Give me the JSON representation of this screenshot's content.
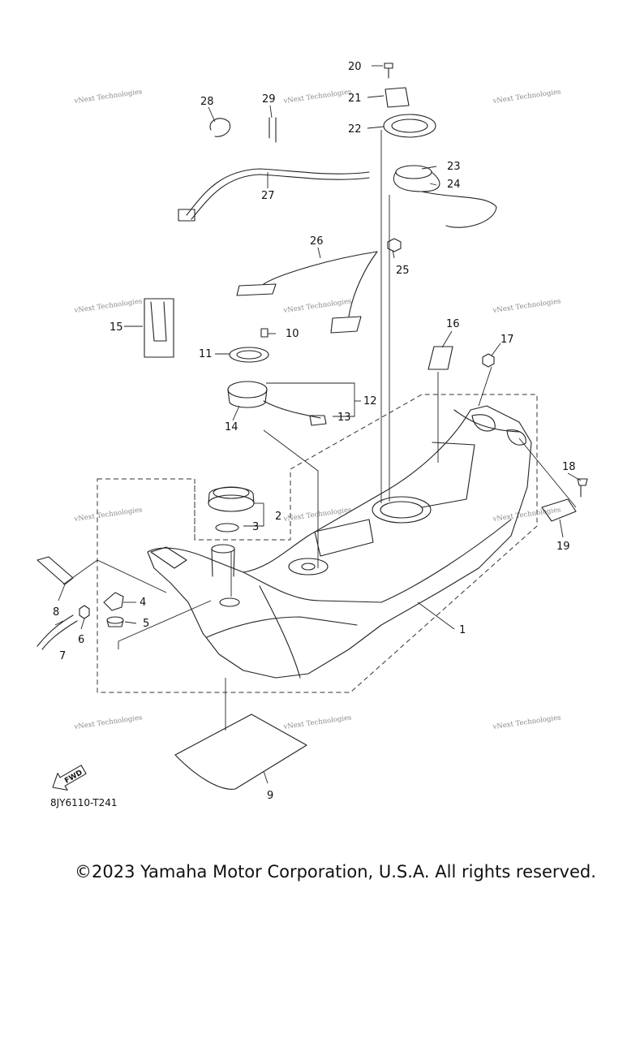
{
  "diagram": {
    "callouts": [
      "1",
      "2",
      "3",
      "4",
      "5",
      "6",
      "7",
      "8",
      "9",
      "10",
      "11",
      "12",
      "13",
      "14",
      "15",
      "16",
      "17",
      "18",
      "19",
      "20",
      "21",
      "22",
      "23",
      "24",
      "25",
      "26",
      "27",
      "28",
      "29"
    ],
    "watermark_text": "vNext Technologies",
    "diagram_code": "8JY6110-T241",
    "fwd_arrow_label": "FWD"
  },
  "footer": {
    "copyright": "©2023 Yamaha Motor Corporation, U.S.A. All rights reserved."
  },
  "colors": {
    "line": "#222222",
    "watermark": "#8a8a8a",
    "background": "#ffffff"
  }
}
